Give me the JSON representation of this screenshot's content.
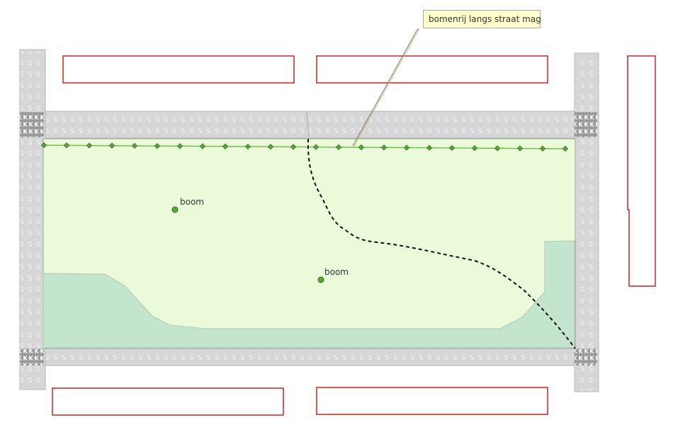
{
  "map": {
    "tree_label_1": "boom",
    "tree_label_2": "boom",
    "tree_row_callout": "bomenrij langs straat mag",
    "sidewalk_glyph": "S",
    "crossing_glyph": "K"
  },
  "colors": {
    "lawn": "#ebfbd9",
    "planting_bed": "#c3e5cd",
    "sidewalk": "#d6d5d7",
    "sidewalk_text": "#f4f4f4",
    "building_outline": "#cc2222",
    "tree_row_line": "#77bb55",
    "tree_dot": "#5aa83c",
    "path_line": "#111111",
    "callout_bg": "#ffffcc"
  }
}
